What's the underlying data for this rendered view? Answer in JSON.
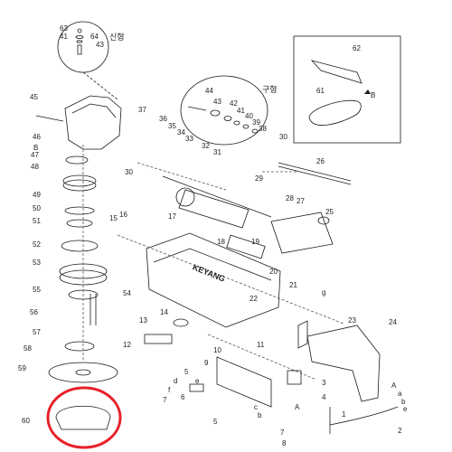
{
  "labels": {
    "n63": "63",
    "n41a": "41",
    "n64": "64",
    "n43a": "43",
    "sinhyeong": "신형",
    "n62": "62",
    "n61": "61",
    "b_handle": "B",
    "n45": "45",
    "n37": "37",
    "n46": "46",
    "b_left": "B",
    "n47": "47",
    "n48": "48",
    "n44": "44",
    "guhyeong": "구형",
    "n43b": "43",
    "n42": "42",
    "n41b": "41",
    "n40": "40",
    "n36": "36",
    "n35": "35",
    "n34": "34",
    "n33": "33",
    "n39": "39",
    "n38": "38",
    "n30a": "30",
    "n32": "32",
    "n31": "31",
    "n30b": "30",
    "n26": "26",
    "n49": "49",
    "n50": "50",
    "n51": "51",
    "n29": "29",
    "n28": "28",
    "n27": "27",
    "n25": "25",
    "n15": "15",
    "n16": "16",
    "n17": "17",
    "n52": "52",
    "n18": "18",
    "n19": "19",
    "n20": "20",
    "n53": "53",
    "n55": "55",
    "n54": "54",
    "n21": "21",
    "n22": "22",
    "g": "g",
    "n56": "56",
    "n14": "14",
    "n13": "13",
    "n57": "57",
    "n23": "23",
    "n24": "24",
    "n12": "12",
    "n11": "11",
    "n10": "10",
    "n58": "58",
    "n59": "59",
    "n9": "9",
    "n5a": "5",
    "n3": "3",
    "d": "d",
    "e": "e",
    "f": "f",
    "n7a": "7",
    "n6": "6",
    "n4": "4",
    "n5b": "5",
    "n1": "1",
    "c": "c",
    "b": "b",
    "a_left": "A",
    "a_right": "A",
    "a_small": "a",
    "b_small": "b",
    "e_small": "e",
    "n2": "2",
    "n60": "60",
    "n7b": "7",
    "n8": "8",
    "brand": "KEYANG"
  },
  "colors": {
    "line": "#1a1a1a",
    "highlight": "#e8202a",
    "dash": "#555555"
  }
}
